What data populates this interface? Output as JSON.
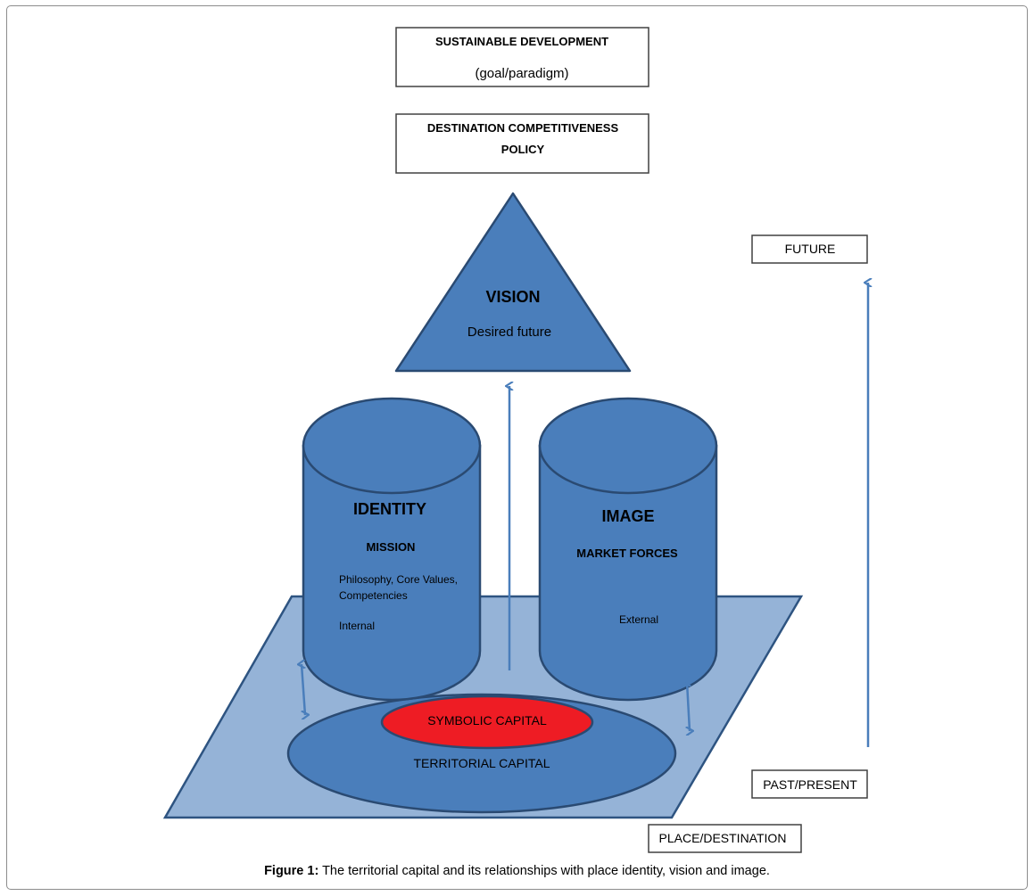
{
  "colors": {
    "shape_fill": "#4a7ebb",
    "shape_stroke": "#2a4a72",
    "plane_fill": "#95b3d7",
    "plane_stroke": "#2e5481",
    "symbolic_fill": "#ee1c24",
    "arrow": "#4a7ebb",
    "box_stroke": "#404040"
  },
  "boxes": {
    "sustainable": {
      "line1": "SUSTAINABLE DEVELOPMENT",
      "line2": "(goal/paradigm)"
    },
    "policy": {
      "line1": "DESTINATION COMPETITIVENESS",
      "line2": "POLICY"
    },
    "future": "FUTURE",
    "past_present": "PAST/PRESENT",
    "place": "PLACE/DESTINATION"
  },
  "vision": {
    "title": "VISION",
    "subtitle": "Desired future"
  },
  "identity": {
    "title": "IDENTITY",
    "subtitle": "MISSION",
    "detail_line1": "Philosophy, Core Values,",
    "detail_line2": "Competencies",
    "scope": "Internal"
  },
  "image": {
    "title": "IMAGE",
    "subtitle": "MARKET FORCES",
    "scope": "External"
  },
  "base": {
    "symbolic": "SYMBOLIC CAPITAL",
    "territorial": "TERRITORIAL CAPITAL"
  },
  "caption": {
    "label": "Figure 1:",
    "text": " The territorial capital and its relationships with place identity, vision and image."
  }
}
